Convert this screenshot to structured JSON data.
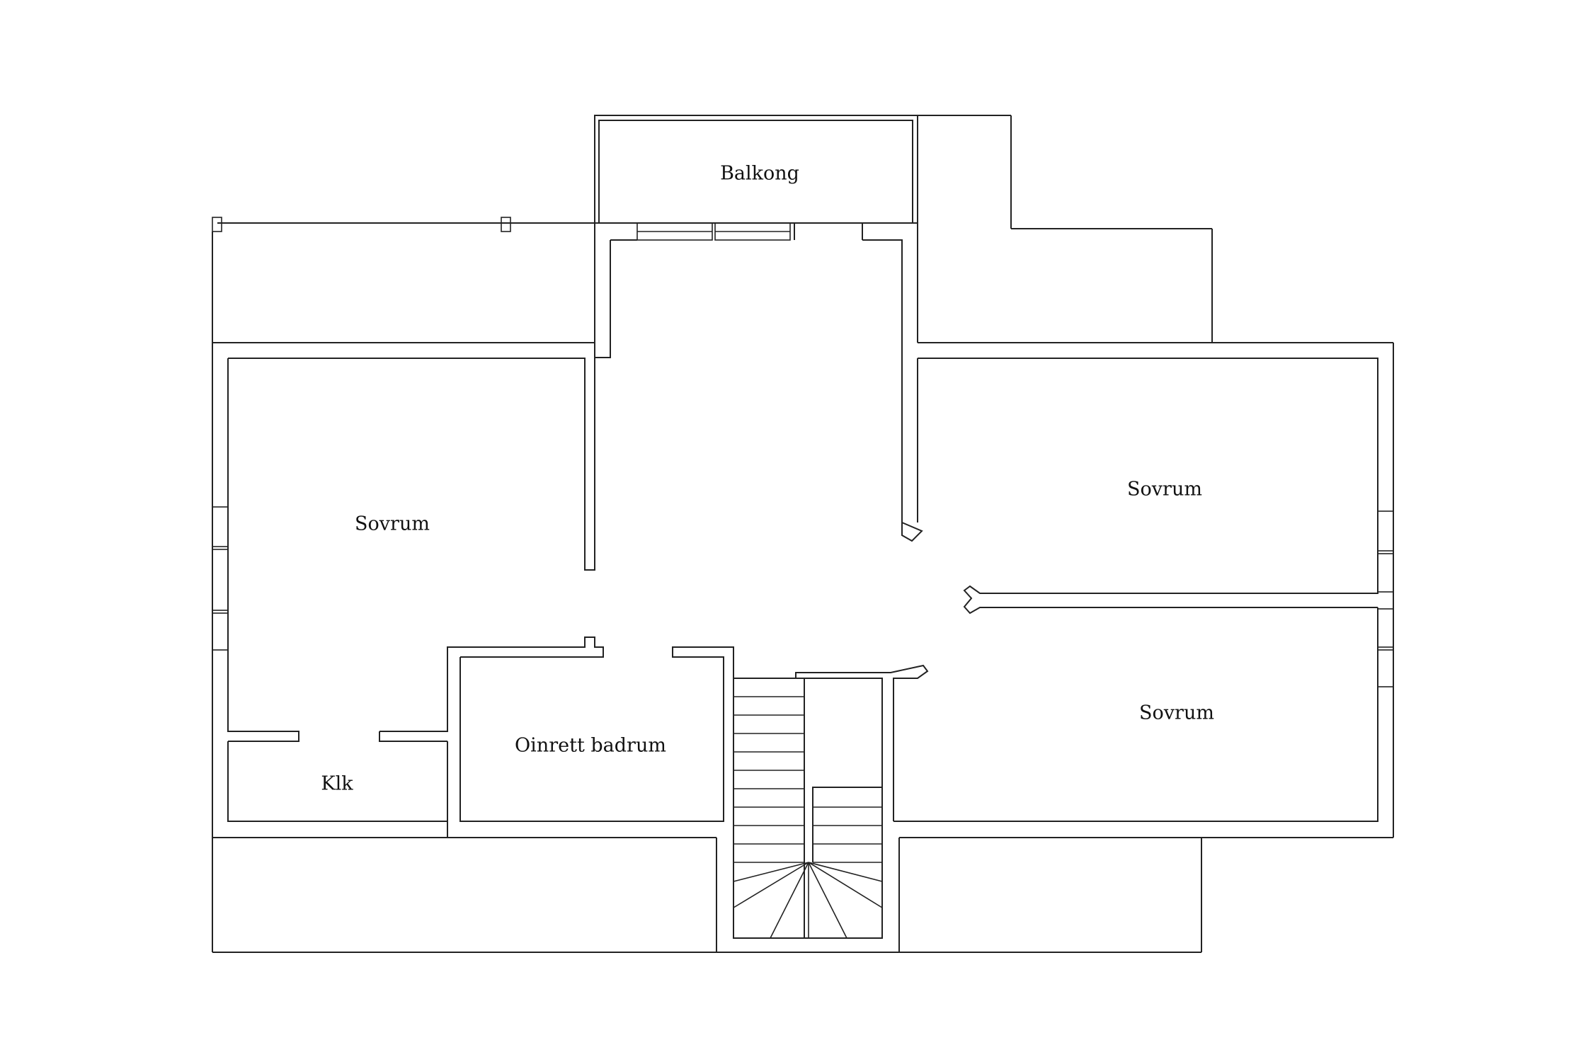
{
  "rooms": {
    "balkong": "Balkong",
    "sovrum_left": "Sovrum",
    "sovrum_right_top": "Sovrum",
    "sovrum_right_bottom": "Sovrum",
    "klk": "Klk",
    "badrum": "Oinrett badrum"
  },
  "colors": {
    "line": "#222222",
    "background": "#ffffff"
  }
}
